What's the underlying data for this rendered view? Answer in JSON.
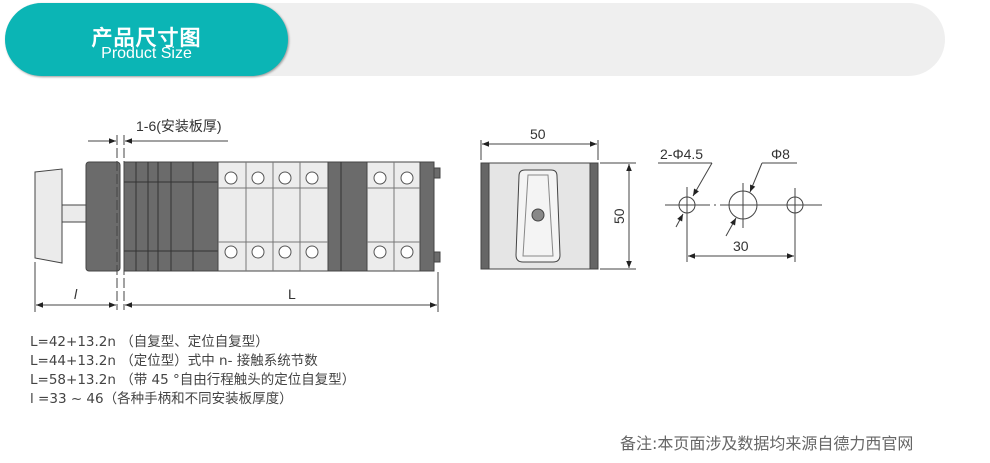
{
  "header": {
    "title_cn": "产品尺寸图",
    "title_en": "Product Size",
    "accent": "#0bb5b5"
  },
  "side_view": {
    "plate_label": "1-6(安装板厚)",
    "dim_l": "l",
    "dim_L": "L"
  },
  "front_view": {
    "width_label": "50",
    "height_label": "50"
  },
  "mounting_holes": {
    "small_hole_label": "2-Φ4.5",
    "large_hole_label": "Φ8",
    "spacing_label": "30"
  },
  "notes": [
    "L=42+13.2n （自复型、定位自复型）",
    "L=44+13.2n （定位型）式中 n- 接触系统节数",
    "L=58+13.2n （带 45 °自由行程触头的定位自复型）",
    "l =33 ~ 46（各种手柄和不同安装板厚度）"
  ],
  "footer": "备注:本页面涉及数据均来源自德力西官网"
}
